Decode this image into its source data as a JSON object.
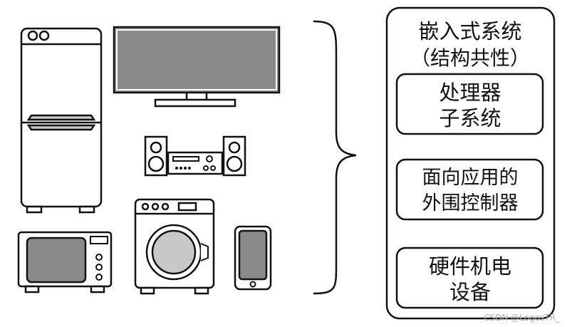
{
  "panel": {
    "title_line1": "嵌入式系统",
    "title_line2": "（结构共性）"
  },
  "boxes": [
    {
      "line1": "处理器",
      "line2": "子系统"
    },
    {
      "line1": "面向应用的",
      "line2": "外围控制器"
    },
    {
      "line1": "硬件机电",
      "line2": "设备"
    }
  ],
  "watermark": "CSDN @LogosTR_",
  "colors": {
    "stroke": "#111111",
    "screen_fill": "#8a8a8a",
    "light_fill": "#c8c8c8",
    "background": "#ffffff"
  },
  "devices": [
    "refrigerator-icon",
    "television-icon",
    "stereo-icon",
    "microwave-icon",
    "washing-machine-icon",
    "smartphone-icon"
  ]
}
